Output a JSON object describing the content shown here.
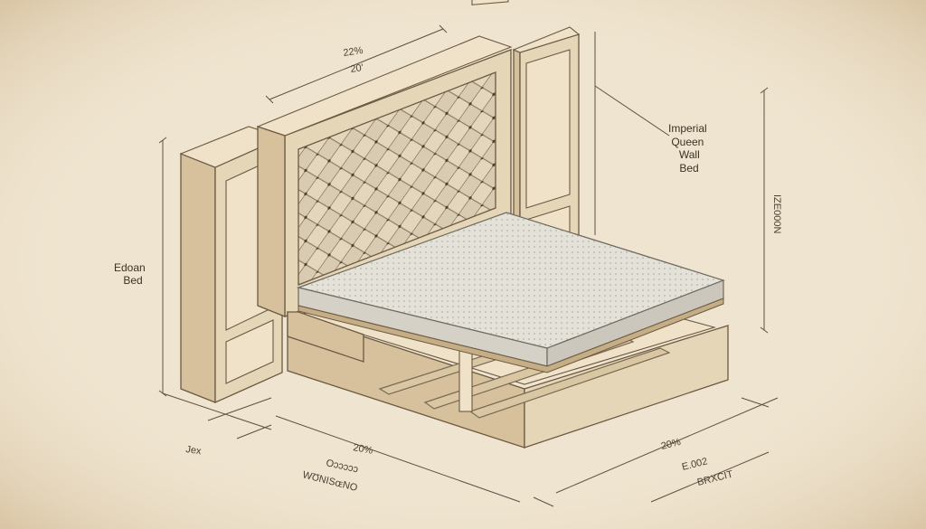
{
  "labels": {
    "imperial_queen": [
      "Imperial",
      "Queen",
      "Wall",
      "Bed"
    ],
    "edoan_bed": [
      "Edoan",
      "Bed"
    ]
  },
  "dimensions": {
    "top_width_1": "22%",
    "top_width_2": "20'",
    "right_height": "IZE000N",
    "front_length": "20%",
    "front_text": "Oɔɔɔɔɔ",
    "front_sub": "WƱNISɶNO",
    "left_bottom": "Jex",
    "right_bottom_1": "20%",
    "right_bottom_2": "E.002",
    "right_bottom_3": "BRXCIT"
  },
  "colors": {
    "paper": "#efe4cf",
    "wood": "#e6d6b8",
    "ink": "#5d5140",
    "mattress": "#dedbd3"
  }
}
